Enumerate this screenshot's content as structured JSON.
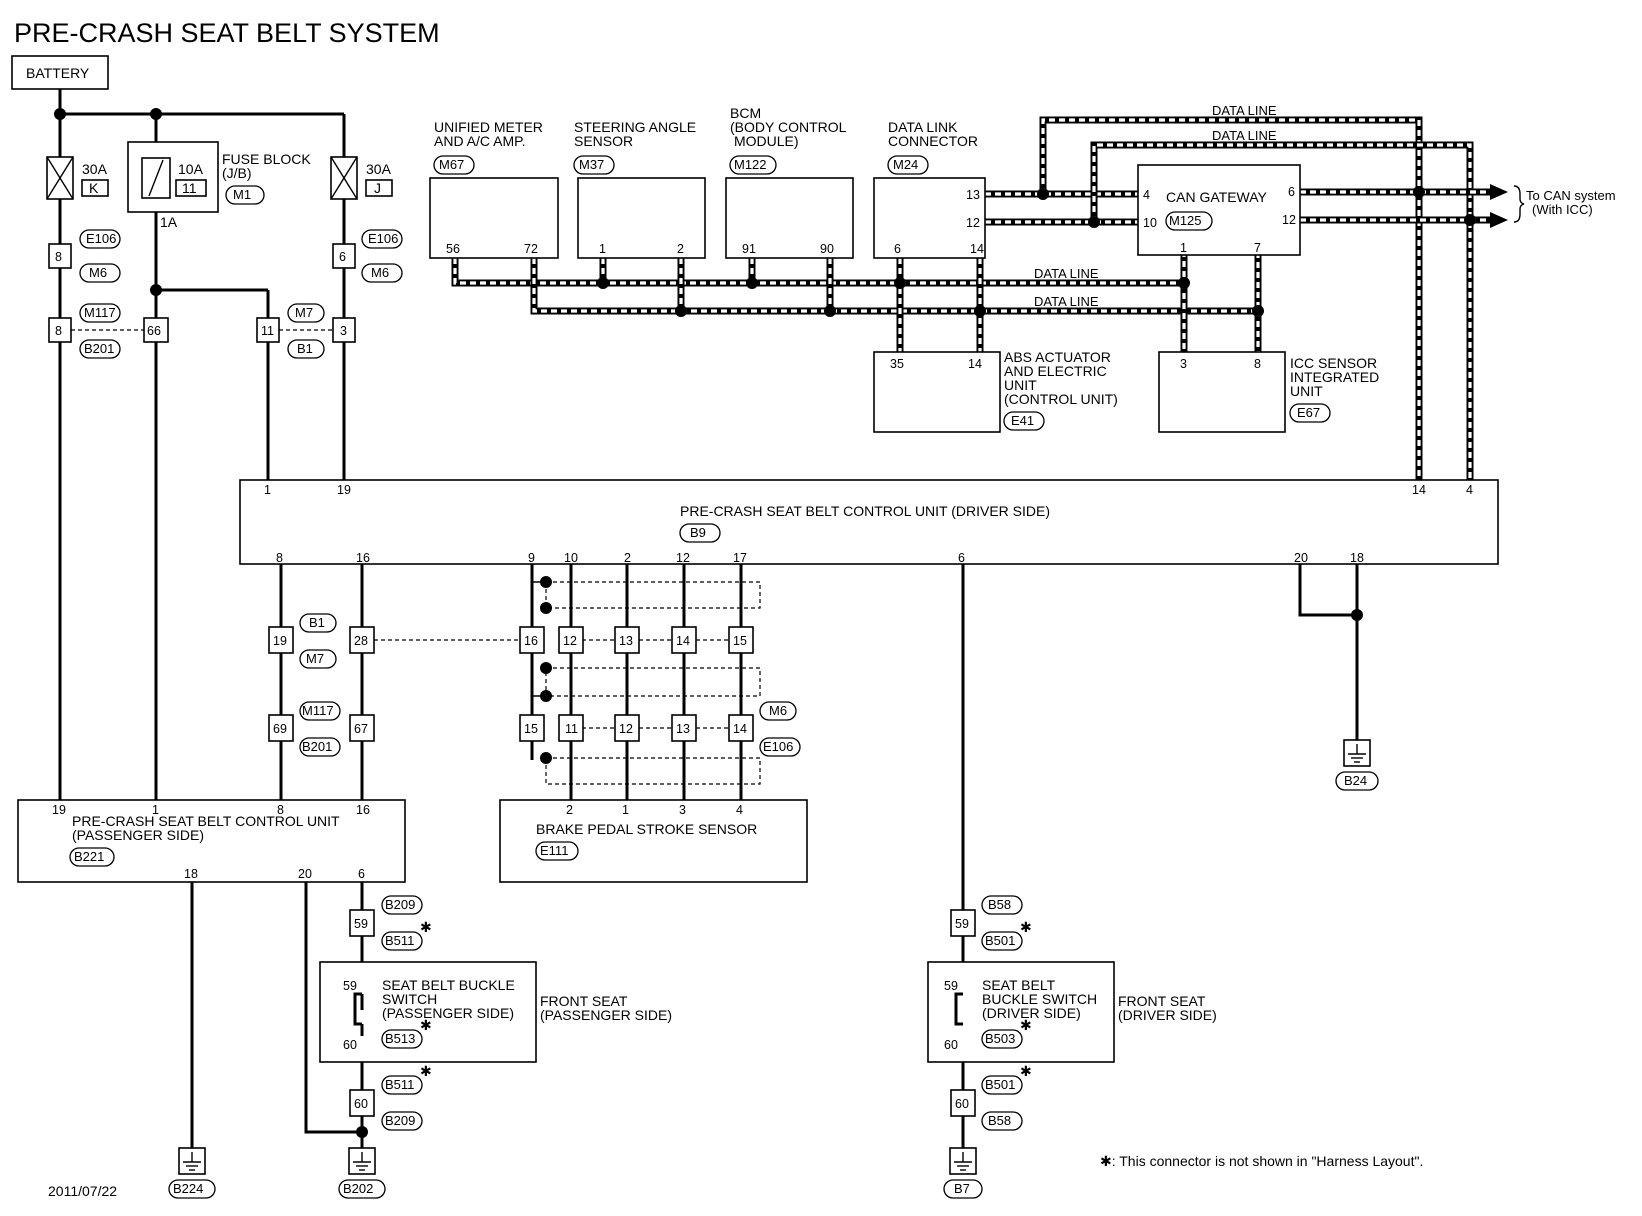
{
  "title": "PRE-CRASH SEAT BELT SYSTEM",
  "date": "2011/07/22",
  "footnote": "✱: This connector is not shown in \"Harness Layout\".",
  "battery": "BATTERY",
  "fuse_block": {
    "label1": "FUSE BLOCK",
    "label2": "(J/B)",
    "conn": "M1",
    "tap": "1A"
  },
  "fuses": {
    "k": {
      "amp": "30A",
      "id": "K"
    },
    "f11": {
      "amp": "10A",
      "id": "11"
    },
    "j": {
      "amp": "30A",
      "id": "J"
    }
  },
  "modules": {
    "meter": {
      "l1": "UNIFIED METER",
      "l2": "AND A/C AMP.",
      "conn": "M67",
      "p1": "56",
      "p2": "72"
    },
    "steering": {
      "l1": "STEERING ANGLE",
      "l2": "SENSOR",
      "conn": "M37",
      "p1": "1",
      "p2": "2"
    },
    "bcm": {
      "l1": "BCM",
      "l2": "(BODY CONTROL",
      "l3": "MODULE)",
      "conn": "M122",
      "p1": "91",
      "p2": "90"
    },
    "dlc": {
      "l1": "DATA LINK",
      "l2": "CONNECTOR",
      "conn": "M24",
      "p13": "13",
      "p12": "12",
      "p6": "6",
      "p14": "14"
    },
    "gateway": {
      "label": "CAN GATEWAY",
      "conn": "M125",
      "p4": "4",
      "p10": "10",
      "p6": "6",
      "p12": "12",
      "p1": "1",
      "p7": "7"
    },
    "abs": {
      "l1": "ABS ACTUATOR",
      "l2": "AND ELECTRIC",
      "l3": "UNIT",
      "l4": "(CONTROL UNIT)",
      "conn": "E41",
      "p1": "35",
      "p2": "14"
    },
    "icc": {
      "l1": "ICC SENSOR",
      "l2": "INTEGRATED",
      "l3": "UNIT",
      "conn": "E67",
      "p1": "3",
      "p2": "8"
    },
    "driver_unit": {
      "label": "PRE-CRASH SEAT BELT CONTROL UNIT (DRIVER SIDE)",
      "conn": "B9",
      "top_pins": [
        "1",
        "19",
        "14",
        "4"
      ],
      "bottom_pins": [
        "8",
        "16",
        "9",
        "10",
        "2",
        "12",
        "17",
        "6",
        "20",
        "18"
      ]
    },
    "passenger_unit": {
      "l1": "PRE-CRASH SEAT BELT CONTROL UNIT",
      "l2": "(PASSENGER SIDE)",
      "conn": "B221",
      "top_pins": [
        "19",
        "1",
        "8",
        "16"
      ],
      "bottom_pins": [
        "18",
        "20",
        "6"
      ]
    },
    "brake": {
      "label": "BRAKE PEDAL STROKE SENSOR",
      "conn": "E111",
      "pins": [
        "2",
        "1",
        "3",
        "4"
      ]
    },
    "buckle_p": {
      "l1": "SEAT BELT BUCKLE",
      "l2": "SWITCH",
      "l3": "(PASSENGER SIDE)",
      "conn": "B513",
      "p_top": "59",
      "p_bot": "60"
    },
    "buckle_d": {
      "l1": "SEAT BELT",
      "l2": "BUCKLE SWITCH",
      "l3": "(DRIVER SIDE)",
      "conn": "B503",
      "p_top": "59",
      "p_bot": "60"
    }
  },
  "front_seat_p": {
    "l1": "FRONT SEAT",
    "l2": "(PASSENGER SIDE)"
  },
  "front_seat_d": {
    "l1": "FRONT SEAT",
    "l2": "(DRIVER SIDE)"
  },
  "data_line": "DATA LINE",
  "to_can": {
    "l1": "To CAN system",
    "l2": "(With ICC)"
  },
  "connectors": {
    "e106": "E106",
    "m6": "M6",
    "m117": "M117",
    "b201": "B201",
    "m7": "M7",
    "b1": "B1",
    "b209": "B209",
    "b511": "B511",
    "b58": "B58",
    "b501": "B501"
  },
  "grounds": {
    "b24": "B24",
    "b224": "B224",
    "b202": "B202",
    "b7": "B7"
  },
  "pins": {
    "e106_l": "8",
    "e106_r": "6",
    "m117_l": "8",
    "m117_m": "66",
    "m7_l": "11",
    "m7_r": "3",
    "b1_a": "19",
    "b1_b": "28",
    "b1_c": [
      "16",
      "12",
      "13",
      "14",
      "15"
    ],
    "m117_a": "69",
    "m117_b": "67",
    "m6_c": [
      "15",
      "11",
      "12",
      "13",
      "14"
    ],
    "b209_59": "59",
    "b209_60": "60",
    "b58_59": "59",
    "b58_60": "60"
  },
  "star": "✱"
}
